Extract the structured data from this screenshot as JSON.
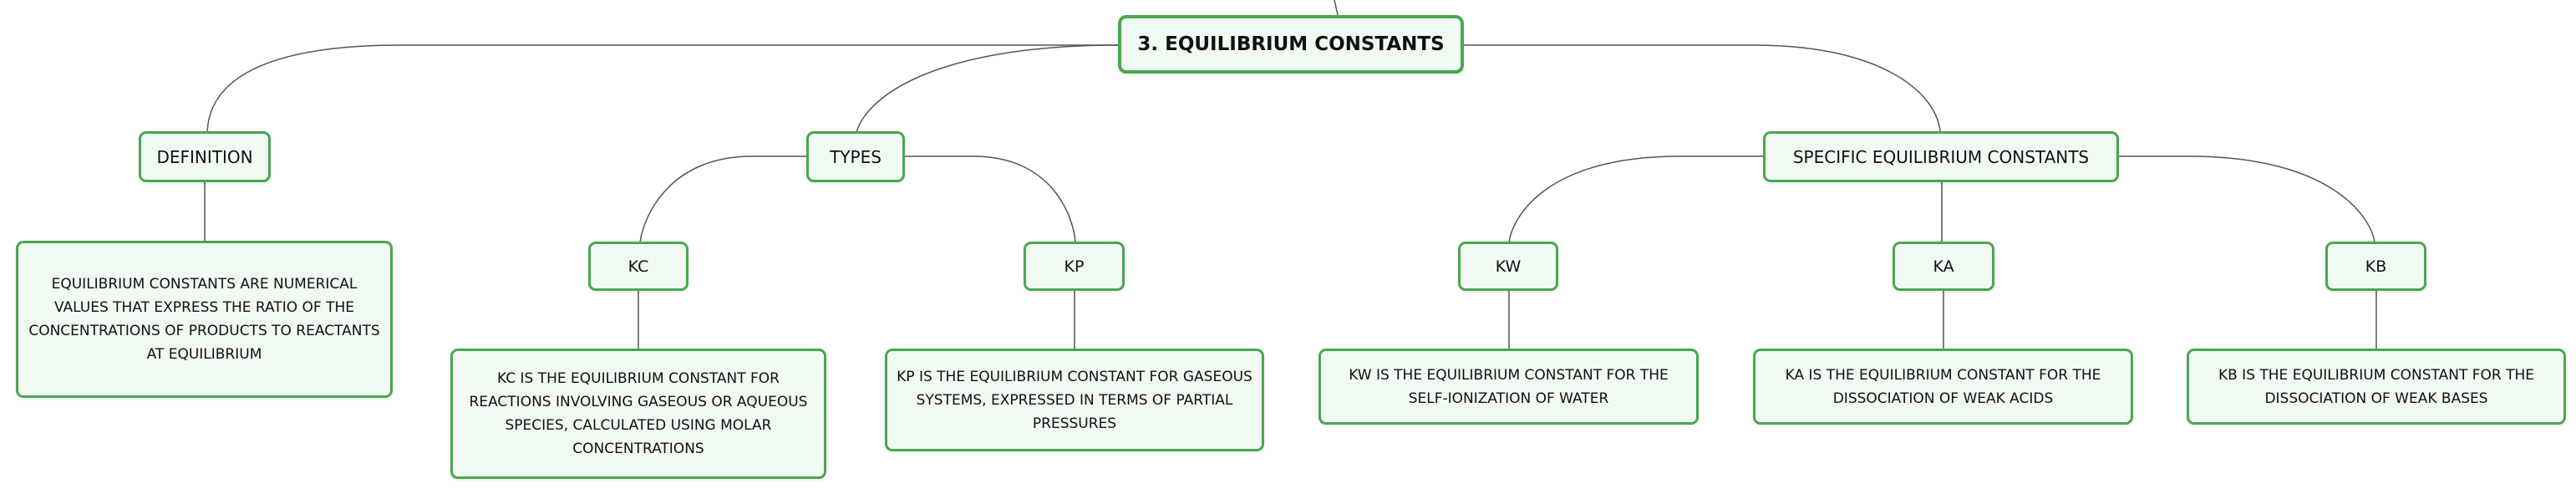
{
  "root": {
    "label": "3. EQUILIBRIUM CONSTANTS"
  },
  "definition": {
    "label": "DEFINITION",
    "text": "EQUILIBRIUM CONSTANTS ARE NUMERICAL VALUES THAT EXPRESS THE RATIO OF THE CONCENTRATIONS OF PRODUCTS TO REACTANTS AT EQUILIBRIUM"
  },
  "types": {
    "label": "TYPES",
    "kc": {
      "label": "KC",
      "text": "KC IS THE EQUILIBRIUM CONSTANT FOR REACTIONS INVOLVING GASEOUS OR AQUEOUS SPECIES, CALCULATED USING MOLAR CONCENTRATIONS"
    },
    "kp": {
      "label": "KP",
      "text": "KP IS THE EQUILIBRIUM CONSTANT FOR GASEOUS SYSTEMS, EXPRESSED IN TERMS OF PARTIAL PRESSURES"
    }
  },
  "specific": {
    "label": "SPECIFIC EQUILIBRIUM CONSTANTS",
    "kw": {
      "label": "KW",
      "text": "KW IS THE EQUILIBRIUM CONSTANT FOR THE SELF-IONIZATION OF WATER"
    },
    "ka": {
      "label": "KA",
      "text": "KA IS THE EQUILIBRIUM CONSTANT FOR THE DISSOCIATION OF WEAK ACIDS"
    },
    "kb": {
      "label": "KB",
      "text": "KB IS THE EQUILIBRIUM CONSTANT FOR THE DISSOCIATION OF WEAK BASES"
    }
  },
  "colors": {
    "node_border": "#4aa651",
    "node_fill": "#f1f9f3",
    "connector": "#555555"
  }
}
